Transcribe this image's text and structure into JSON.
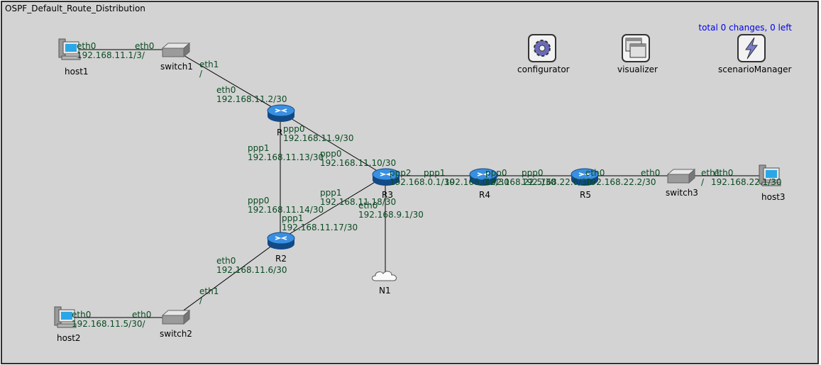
{
  "title": "OSPF_Default_Route_Distribution",
  "status": "total 0 changes, 0 left",
  "nodes": {
    "host1": "host1",
    "host2": "host2",
    "host3": "host3",
    "switch1": "switch1",
    "switch2": "switch2",
    "switch3": "switch3",
    "R1": "R",
    "R2": "R2",
    "R3": "R3",
    "R4": "R4",
    "R5": "R5",
    "N1": "N1",
    "configurator": "configurator",
    "visualizer": "visualizer",
    "scenarioManager": "scenarioManager"
  },
  "labels": {
    "host1_eth0": "eth0",
    "host1_ip": "192.168.11.1/3/",
    "switch1_eth0": "eth0",
    "switch1_eth1": "eth1",
    "switch1_slash": "/",
    "r1_eth0": "eth0",
    "r1_eth0_ip": "192.168.11.2/30",
    "r1_ppp0": "ppp0",
    "r1_ppp0_ip": "192.168.11.9/30",
    "r1_ppp1": "ppp1",
    "r1_ppp1_ip": "192.168.11.13/30",
    "r3_ppp0": "ppp0",
    "r3_ppp0_ip": "192.168.11.10/30",
    "r3_ppp2": "ppp2",
    "r3_ppp2_ip": "192.168.0.1/30",
    "r3_ppp1": "ppp1",
    "r3_ppp1_ip": "192.168.11.18/30",
    "r3_eth0": "eth0",
    "r3_eth0_ip": "192.168.9.1/30",
    "r4_ppp1": "ppp1",
    "r4_ppp1_ip": "192.168.0.2/30",
    "r4_ppp0": "ppp0",
    "r4_ppp0_ip": "192.168.22.5/30",
    "r5_ppp0": "ppp0",
    "r5_ppp0_ip": "192.168.22.6/30",
    "r5_eth0": "eth0",
    "r5_eth0_ip": "192.168.22.2/30",
    "switch3_eth0": "eth0",
    "switch3_eth1": "eth1",
    "switch3_slash": "/",
    "host3_eth0": "eth0",
    "host3_ip": "192.168.22.1/30",
    "r2_ppp0": "ppp0",
    "r2_ppp0_ip": "192.168.11.14/30",
    "r2_ppp1": "ppp1",
    "r2_ppp1_ip": "192.168.11.17/30",
    "r2_eth0": "eth0",
    "r2_eth0_ip": "192.168.11.6/30",
    "switch2_eth1": "eth1",
    "switch2_slash": "/",
    "switch2_eth0": "eth0",
    "host2_eth0": "eth0",
    "host2_ip": "192.168.11.5/30/"
  },
  "colors": {
    "background": "#d3d3d3",
    "label_text": "#0a4b22",
    "status_text": "#0000ee",
    "router_blue": "#1f6fc0"
  },
  "icons": {
    "host": "computer-icon",
    "switch": "switch-icon",
    "router": "router-icon",
    "cloud": "cloud-icon",
    "configurator": "gear-icon",
    "visualizer": "windows-icon",
    "scenarioManager": "lightning-icon"
  }
}
